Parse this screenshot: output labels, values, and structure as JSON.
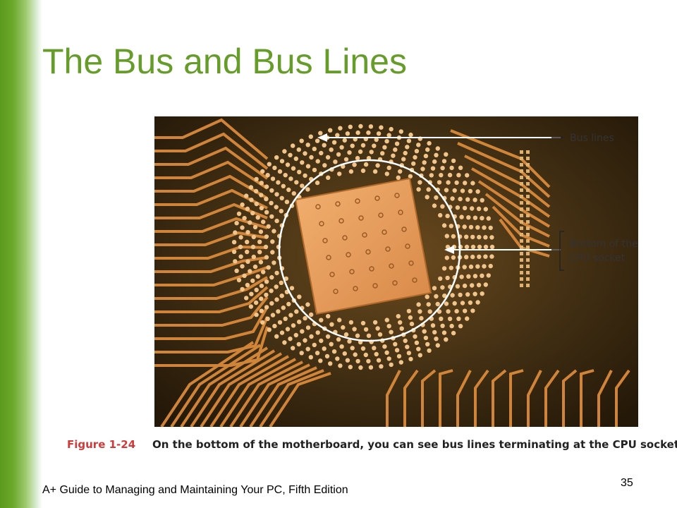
{
  "slide": {
    "title": "The Bus and Bus Lines",
    "figure": {
      "label": "Figure 1-24",
      "caption": "On the bottom of the motherboard, you can see bus lines terminating at the CPU socket",
      "callouts": {
        "bus_lines": "Bus lines",
        "cpu_socket_line1": "Bottom of the",
        "cpu_socket_line2": "CPU socket"
      }
    },
    "footer": "A+ Guide to Managing and Maintaining Your PC, Fifth Edition",
    "page_number": "35"
  },
  "colors": {
    "title": "#669c2a",
    "accent_bar": "#5a9a1c",
    "figure_label": "#d03a3a",
    "trace": "#d98a3c",
    "board": "#3a2a12"
  }
}
